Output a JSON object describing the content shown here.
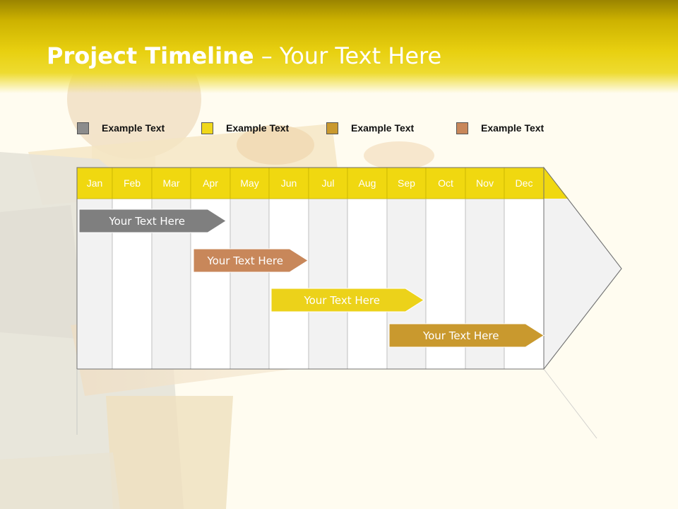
{
  "title": {
    "strong": "Project Timeline",
    "light": " – Your Text Here"
  },
  "legend": [
    {
      "label": "Example Text",
      "color": "#8c8c8c"
    },
    {
      "label": "Example Text",
      "color": "#f0d81a"
    },
    {
      "label": "Example Text",
      "color": "#c9992e"
    },
    {
      "label": "Example Text",
      "color": "#c8875a"
    }
  ],
  "months": [
    "Jan",
    "Feb",
    "Mar",
    "Apr",
    "May",
    "Jun",
    "Jul",
    "Aug",
    "Sep",
    "Oct",
    "Nov",
    "Dec"
  ],
  "tasks": [
    {
      "label": "Your  Text Here",
      "color": "#7f7f7f"
    },
    {
      "label": "Your  Text Here",
      "color": "#c8875a"
    },
    {
      "label": "Your  Text Here",
      "color": "#ecd21a"
    },
    {
      "label": "Your  Text Here",
      "color": "#c9992e"
    }
  ],
  "colors": {
    "header": "#f0d810",
    "column_a": "#f2f2f2",
    "column_b": "#ffffff",
    "grid": "#b8b8b8"
  }
}
